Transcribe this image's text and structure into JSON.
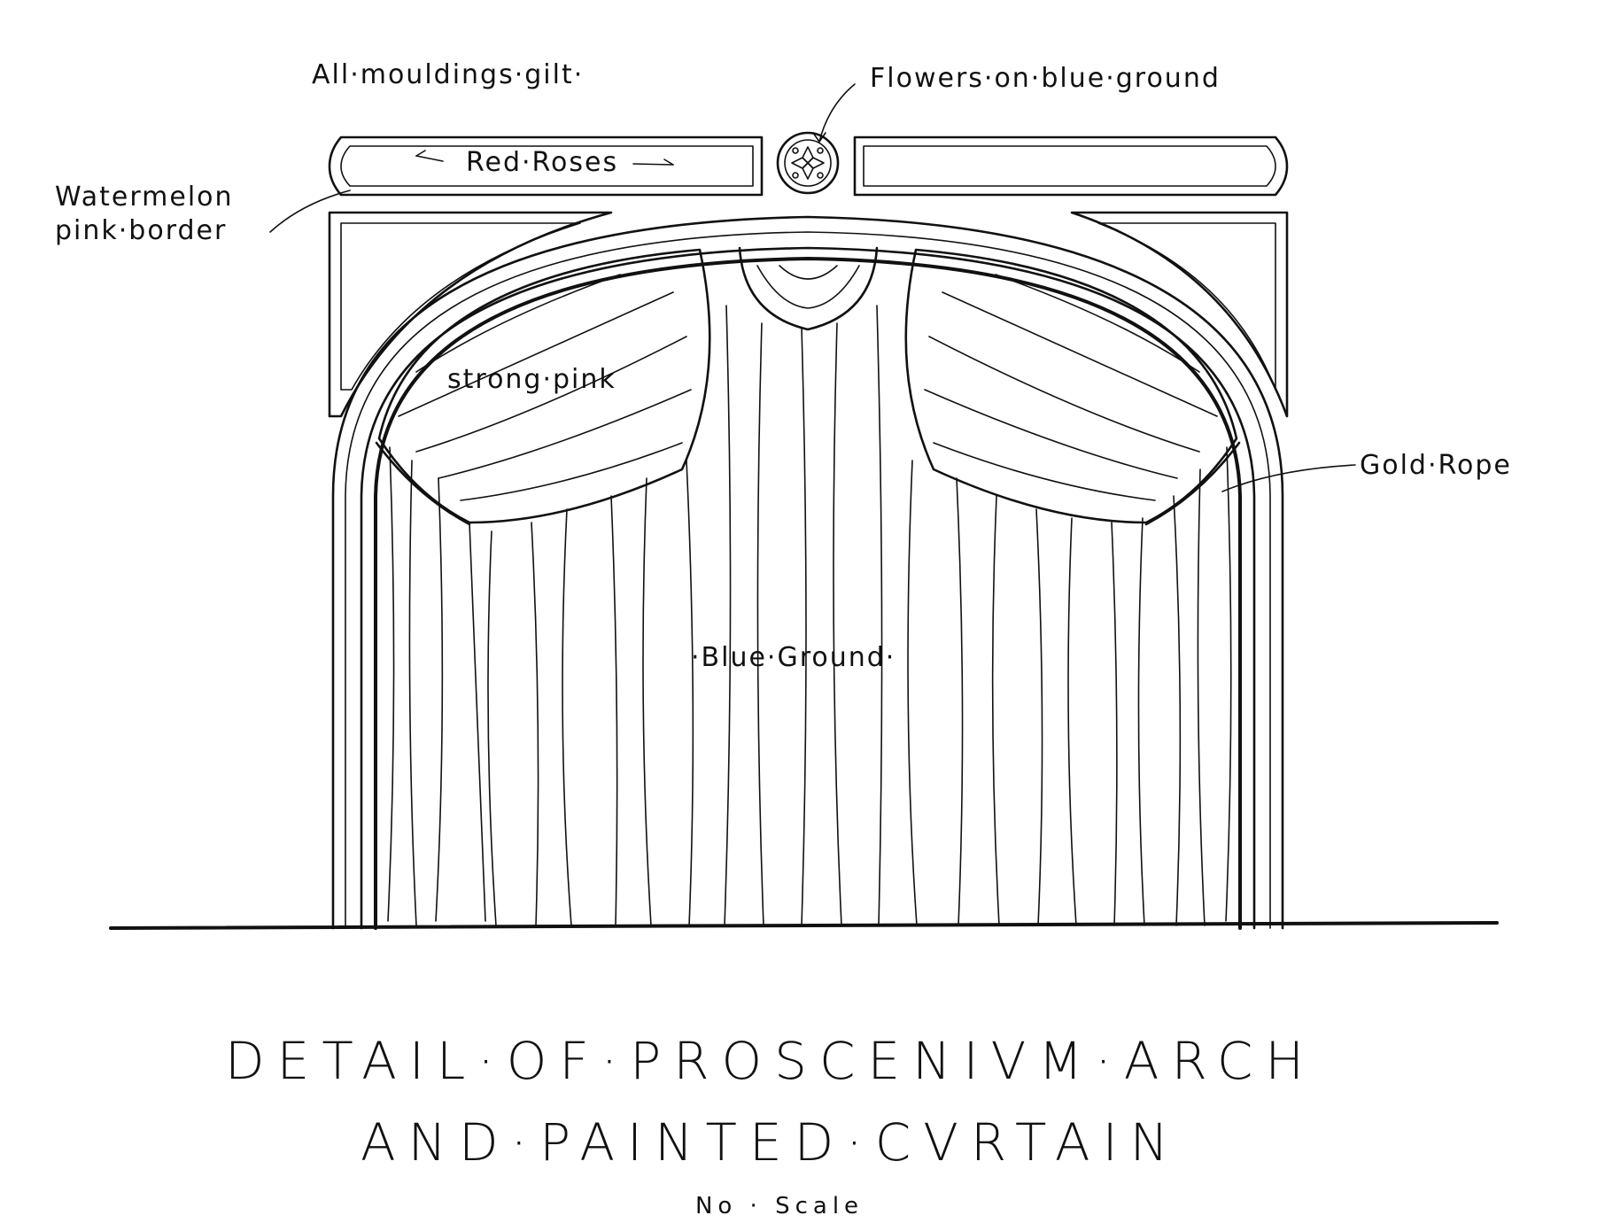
{
  "labels": {
    "mouldings": "All·mouldings·gilt·",
    "flowers": "Flowers·on·blue·ground",
    "roses": "Red·Roses",
    "border_line1": "Watermelon",
    "border_line2": "pink·border",
    "strong_pink": "strong·pink",
    "gold_rope": "Gold·Rope",
    "blue_ground": "·Blue·Ground·"
  },
  "title": {
    "line1": "DETAIL·OF·PROSCENIVM·ARCH",
    "line2": "AND·PAINTED·CVRTAIN",
    "scale": "No · Scale"
  }
}
